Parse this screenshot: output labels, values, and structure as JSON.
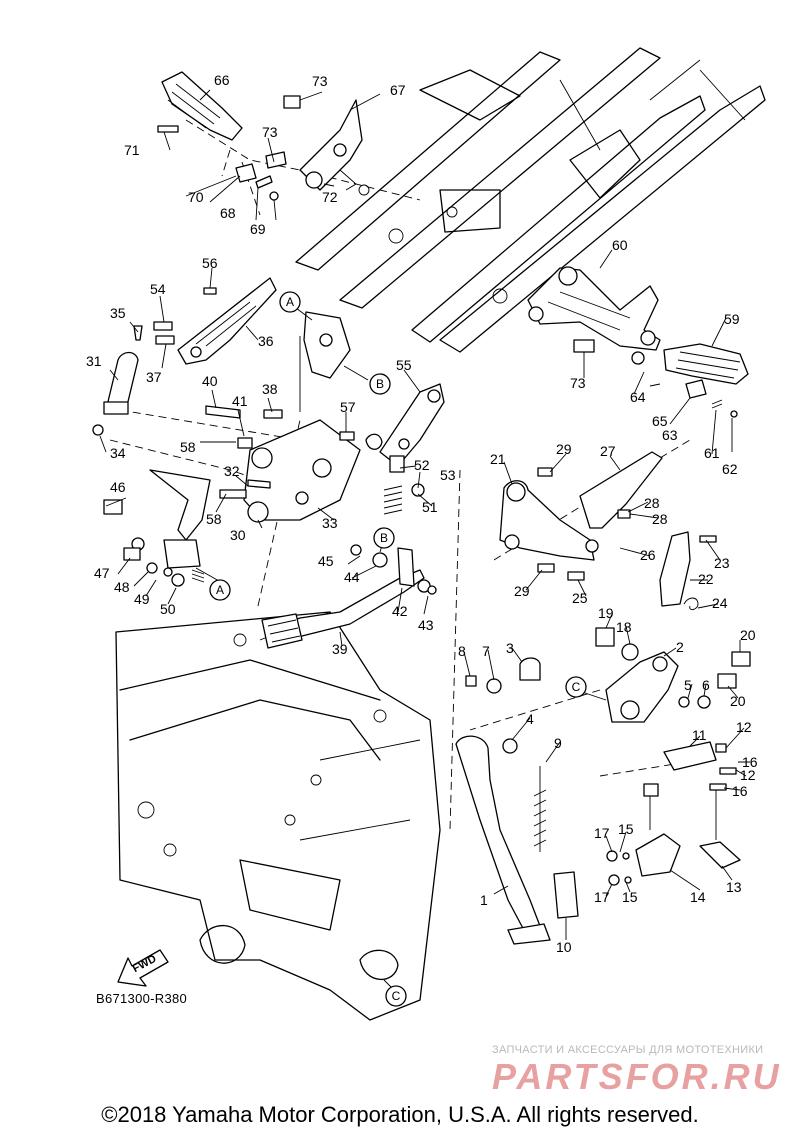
{
  "parts": [
    {
      "n": "1"
    },
    {
      "n": "2"
    },
    {
      "n": "3"
    },
    {
      "n": "4"
    },
    {
      "n": "5"
    },
    {
      "n": "6"
    },
    {
      "n": "7"
    },
    {
      "n": "8"
    },
    {
      "n": "9"
    },
    {
      "n": "10"
    },
    {
      "n": "11"
    },
    {
      "n": "12"
    },
    {
      "n": "12"
    },
    {
      "n": "13"
    },
    {
      "n": "14"
    },
    {
      "n": "15"
    },
    {
      "n": "15"
    },
    {
      "n": "16"
    },
    {
      "n": "16"
    },
    {
      "n": "17"
    },
    {
      "n": "17"
    },
    {
      "n": "18"
    },
    {
      "n": "19"
    },
    {
      "n": "20"
    },
    {
      "n": "20"
    },
    {
      "n": "21"
    },
    {
      "n": "22"
    },
    {
      "n": "23"
    },
    {
      "n": "24"
    },
    {
      "n": "25"
    },
    {
      "n": "26"
    },
    {
      "n": "27"
    },
    {
      "n": "28"
    },
    {
      "n": "28"
    },
    {
      "n": "29"
    },
    {
      "n": "29"
    },
    {
      "n": "30"
    },
    {
      "n": "31"
    },
    {
      "n": "32"
    },
    {
      "n": "33"
    },
    {
      "n": "34"
    },
    {
      "n": "35"
    },
    {
      "n": "36"
    },
    {
      "n": "37"
    },
    {
      "n": "38"
    },
    {
      "n": "39"
    },
    {
      "n": "40"
    },
    {
      "n": "41"
    },
    {
      "n": "42"
    },
    {
      "n": "43"
    },
    {
      "n": "44"
    },
    {
      "n": "45"
    },
    {
      "n": "46"
    },
    {
      "n": "47"
    },
    {
      "n": "48"
    },
    {
      "n": "49"
    },
    {
      "n": "50"
    },
    {
      "n": "51"
    },
    {
      "n": "52"
    },
    {
      "n": "53"
    },
    {
      "n": "54"
    },
    {
      "n": "55"
    },
    {
      "n": "56"
    },
    {
      "n": "57"
    },
    {
      "n": "58"
    },
    {
      "n": "58"
    },
    {
      "n": "59"
    },
    {
      "n": "60"
    },
    {
      "n": "61"
    },
    {
      "n": "62"
    },
    {
      "n": "63"
    },
    {
      "n": "64"
    },
    {
      "n": "65"
    },
    {
      "n": "66"
    },
    {
      "n": "67"
    },
    {
      "n": "68"
    },
    {
      "n": "69"
    },
    {
      "n": "70"
    },
    {
      "n": "71"
    },
    {
      "n": "72"
    },
    {
      "n": "73"
    },
    {
      "n": "73"
    },
    {
      "n": "73"
    }
  ],
  "refs": [
    {
      "l": "A"
    },
    {
      "l": "A"
    },
    {
      "l": "B"
    },
    {
      "l": "B"
    },
    {
      "l": "C"
    },
    {
      "l": "C"
    }
  ],
  "fwd_label": "FWD",
  "diagram_code": "B671300-R380",
  "watermark": {
    "tagline": "ЗАПЧАСТИ И АКСЕССУАРЫ ДЛЯ МОТОТЕХНИКИ",
    "brand": "PARTSFOR.RU",
    "color": "#e7a1a1"
  },
  "copyright": "©2018 Yamaha Motor Corporation, U.S.A. All rights reserved."
}
